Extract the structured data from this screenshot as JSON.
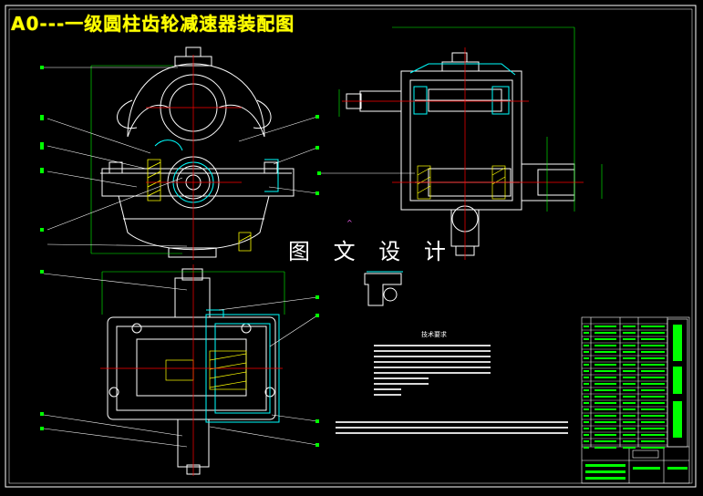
{
  "drawing": {
    "title": "A0---一级圆柱齿轮减速器装配图",
    "watermark": "图 文 设 计",
    "tech_requirements_title": "技术要求"
  },
  "colors": {
    "background": "#000000",
    "title": "#ffff00",
    "outline": "#ffffff",
    "center_line": "#ff0000",
    "dimension": "#00ff00",
    "section": "#00ffff",
    "hatch": "#ffff00",
    "callout": "#ffffff"
  }
}
